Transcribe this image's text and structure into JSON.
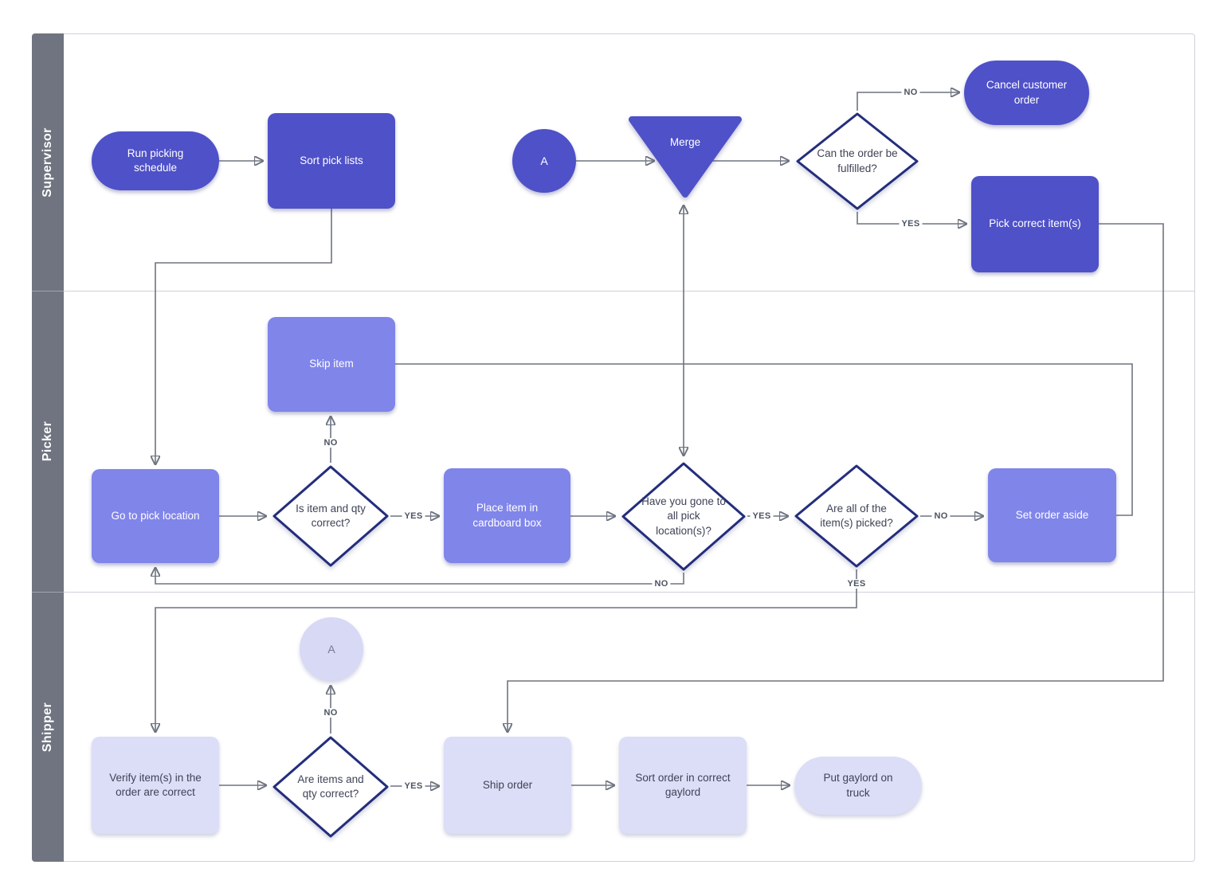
{
  "lanes": {
    "supervisor": "Supervisor",
    "picker": "Picker",
    "shipper": "Shipper"
  },
  "nodes": {
    "run_picking_schedule": "Run picking schedule",
    "sort_pick_lists": "Sort pick lists",
    "connector_a_supervisor": "A",
    "merge": "Merge",
    "can_order_be_fulfilled": "Can the order be fulfilled?",
    "cancel_customer_order": "Cancel customer order",
    "pick_correct_items": "Pick correct item(s)",
    "skip_item": "Skip item",
    "go_to_pick_location": "Go to pick location",
    "is_item_qty_correct": "Is item and qty correct?",
    "place_item_in_box": "Place item in cardboard box",
    "gone_all_pick_locations": "Have you gone to all pick location(s)?",
    "all_items_picked": "Are all of the item(s) picked?",
    "set_order_aside": "Set order aside",
    "connector_a_shipper": "A",
    "verify_items": "Verify item(s) in the order are correct",
    "are_items_qty_correct": "Are items and qty correct?",
    "ship_order": "Ship order",
    "sort_order_gaylord": "Sort order in correct gaylord",
    "put_gaylord_on_truck": "Put gaylord on truck"
  },
  "edge_labels": {
    "fulfilled_no": "NO",
    "fulfilled_yes": "YES",
    "item_qty_no": "NO",
    "item_qty_yes": "YES",
    "gone_all_yes": "YES",
    "gone_all_no": "NO",
    "all_picked_no": "NO",
    "all_picked_yes": "YES",
    "ship_check_no": "NO",
    "ship_check_yes": "YES"
  },
  "colors": {
    "supervisor_shape": "#4F51C8",
    "picker_shape": "#8085EA",
    "shipper_shape": "#DCDDF7",
    "diamond_border": "#232D7C",
    "lane_strip": "#6F7480",
    "connector": "#6E7480"
  }
}
